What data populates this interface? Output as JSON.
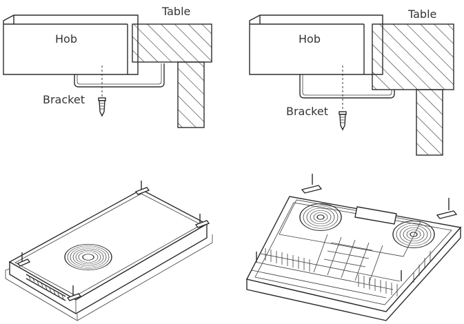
{
  "panels": [
    {
      "id": "top-left",
      "hob_label": "Hob",
      "table_label": "Table",
      "bracket_label": "Bracket"
    },
    {
      "id": "top-right",
      "hob_label": "Hob",
      "table_label": "Table",
      "bracket_label": "Bracket"
    }
  ],
  "colors": {
    "line": "#2b2b2b",
    "text": "#333333",
    "background": "#ffffff"
  }
}
